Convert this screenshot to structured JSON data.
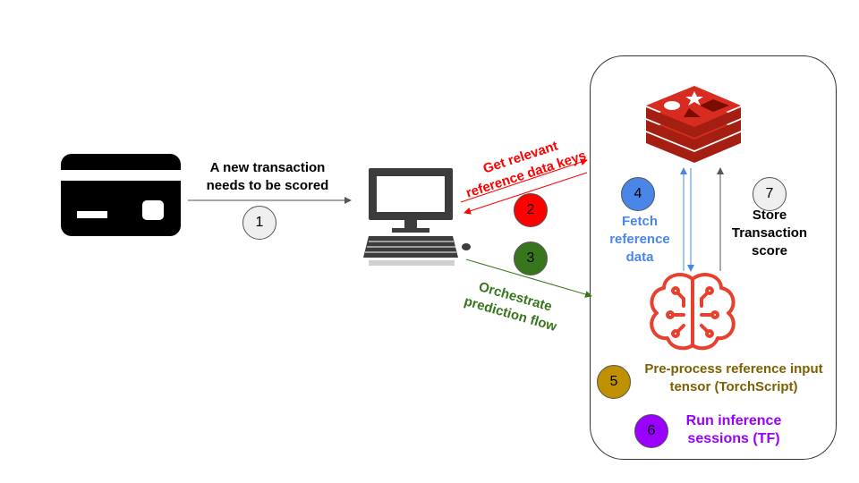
{
  "steps": [
    {
      "number": "1",
      "label": "A new transaction\nneeds to be scored",
      "color": "#000000",
      "circle": "#efefef"
    },
    {
      "number": "2",
      "label": "Get relevant\nreference data keys",
      "color": "#ff0000",
      "circle": "#ff0000"
    },
    {
      "number": "3",
      "label": "Orchestrate\nprediction flow",
      "color": "#38761d",
      "circle": "#38761d"
    },
    {
      "number": "4",
      "label": "Fetch\nreference\ndata",
      "color": "#4a86e8",
      "circle": "#4a86e8"
    },
    {
      "number": "5",
      "label": "Pre-process reference input\ntensor (TorchScript)",
      "color": "#7f6000",
      "circle": "#bf9000"
    },
    {
      "number": "6",
      "label": "Run inference\nsessions (TF)",
      "color": "#9900ff",
      "circle": "#9900ff"
    },
    {
      "number": "7",
      "label": "Store\nTransaction\nscore",
      "color": "#000000",
      "circle": "#efefef"
    }
  ],
  "icons": {
    "card": "credit-card-icon",
    "computer": "computer-icon",
    "redis": "redis-logo-icon",
    "brain": "ai-brain-icon"
  },
  "colors": {
    "redis": "#d82c20",
    "brain": "#e8402f",
    "container_border": "#333333"
  }
}
